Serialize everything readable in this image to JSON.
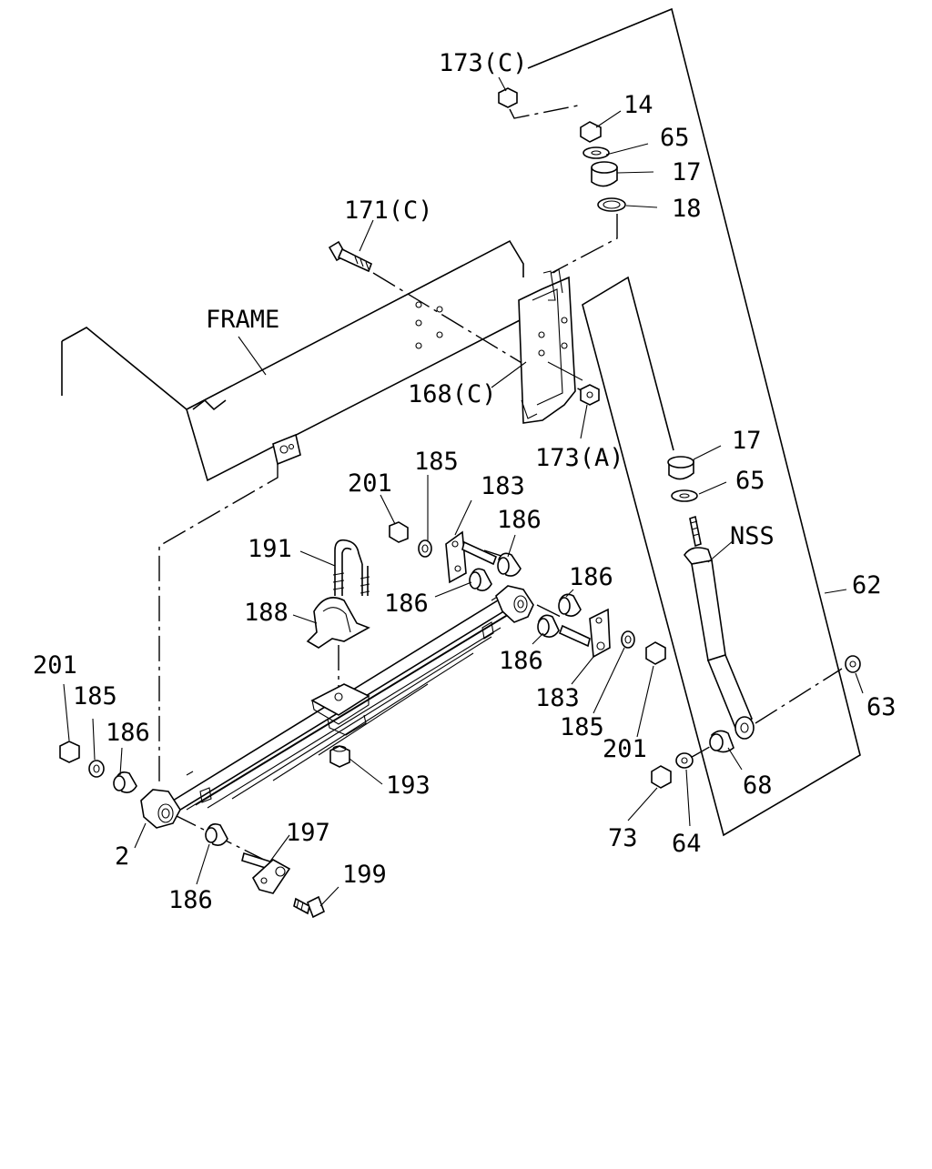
{
  "labels": {
    "frame": "FRAME",
    "nss": "NSS",
    "p173c": "173(C)",
    "p14": "14",
    "p65a": "65",
    "p17a": "17",
    "p18": "18",
    "p171c": "171(C)",
    "p168c": "168(C)",
    "p173a": "173(A)",
    "p17b": "17",
    "p65b": "65",
    "p62": "62",
    "p201a": "201",
    "p185a": "185",
    "p183a": "183",
    "p186a": "186",
    "p191": "191",
    "p186b": "186",
    "p188": "188",
    "p186c": "186",
    "p186d": "186",
    "p183b": "183",
    "p185b": "185",
    "p201b": "201",
    "p63": "63",
    "p201c": "201",
    "p185c": "185",
    "p186e": "186",
    "p193": "193",
    "p68": "68",
    "p73": "73",
    "p64": "64",
    "p2": "2",
    "p197": "197",
    "p199": "199",
    "p186f": "186"
  }
}
